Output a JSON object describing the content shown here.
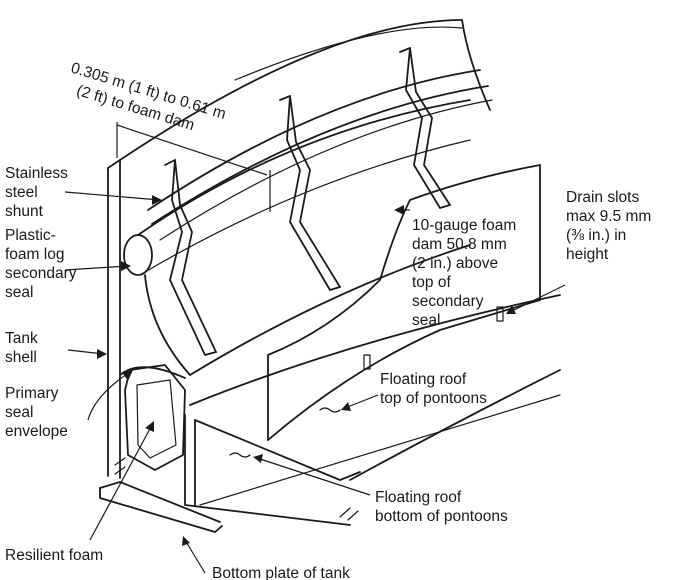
{
  "labels": {
    "dimension_line1": "0.305 m (1 ft) to 0.61 m",
    "dimension_line2": "(2 ft) to foam dam",
    "shunt_line1": "Stainless",
    "shunt_line2": "steel",
    "shunt_line3": "shunt",
    "log_line1": "Plastic-",
    "log_line2": "foam log",
    "log_line3": "secondary",
    "log_line4": "seal",
    "shell_line1": "Tank",
    "shell_line2": "shell",
    "primary_line1": "Primary",
    "primary_line2": "seal",
    "primary_line3": "envelope",
    "foam_label": "Resilient foam",
    "bottom_plate_label": "Bottom plate of tank",
    "dam_line1": "10-gauge foam",
    "dam_line2": "dam 50.8 mm",
    "dam_line3": "(2 in.) above",
    "dam_line4": "top of",
    "dam_line5": "secondary",
    "dam_line6": "seal",
    "drain_line1": "Drain slots",
    "drain_line2": "max 9.5 mm",
    "drain_line3": "(⅜ in.) in",
    "drain_line4": "height",
    "roof_top_line1": "Floating roof",
    "roof_top_line2": "top of pontoons",
    "roof_bottom_line1": "Floating roof",
    "roof_bottom_line2": "bottom of pontoons"
  }
}
